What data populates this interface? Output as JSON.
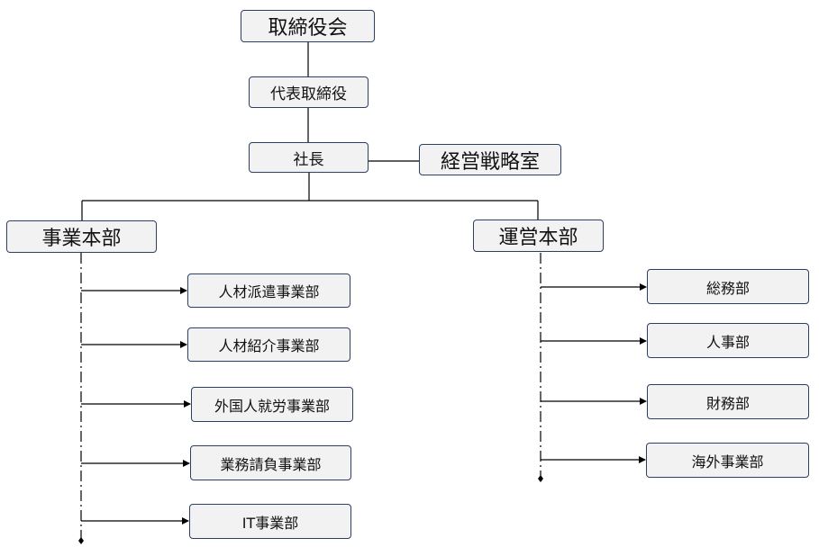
{
  "org": {
    "board": "取締役会",
    "representative": "代表取締役",
    "president": "社長",
    "strategy_office": "経営戦略室",
    "business_division": {
      "name": "事業本部",
      "departments": [
        "人材派遣事業部",
        "人材紹介事業部",
        "外国人就労事業部",
        "業務請負事業部",
        "IT事業部"
      ]
    },
    "operations_division": {
      "name": "運営本部",
      "departments": [
        "総務部",
        "人事部",
        "財務部",
        "海外事業部"
      ]
    }
  },
  "colors": {
    "box_fill": "#f2f2f2",
    "box_border": "#2f3f63",
    "line": "#000000"
  }
}
